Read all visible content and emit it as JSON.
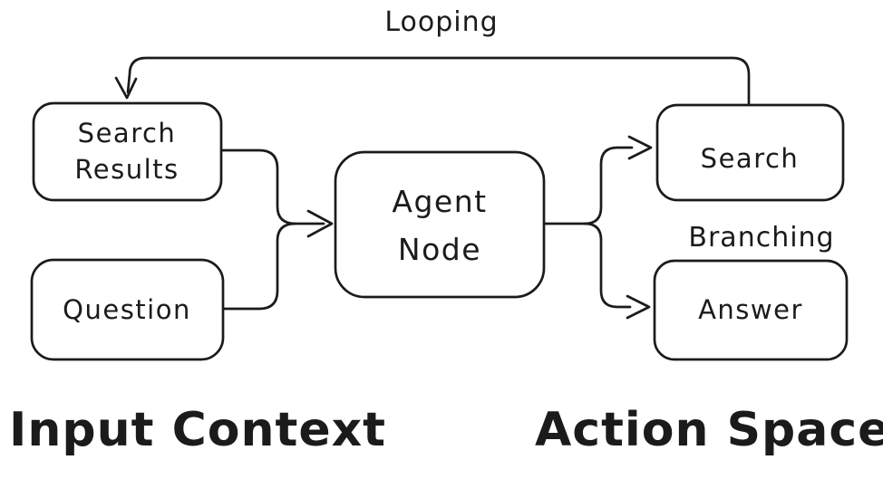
{
  "canvas": {
    "background": "#ffffff",
    "stroke_color": "#1b1b1b",
    "style": "hand-drawn-sketch"
  },
  "nodes": {
    "search_results": {
      "label_line1": "Search",
      "label_line2": "Results"
    },
    "question": {
      "label": "Question"
    },
    "agent_node": {
      "label_line1": "Agent",
      "label_line2": "Node"
    },
    "search": {
      "label": "Search"
    },
    "answer": {
      "label": "Answer"
    }
  },
  "annotations": {
    "looping": "Looping",
    "branching": "Branching"
  },
  "group_titles": {
    "input_context": "Input Context",
    "action_space": "Action Space"
  },
  "edges": [
    {
      "from": "search_results",
      "to": "agent_node",
      "type": "merge-arrow"
    },
    {
      "from": "question",
      "to": "agent_node",
      "type": "merge-arrow"
    },
    {
      "from": "agent_node",
      "to": "search",
      "type": "branch-arrow",
      "label": "Branching"
    },
    {
      "from": "agent_node",
      "to": "answer",
      "type": "branch-arrow",
      "label": "Branching"
    },
    {
      "from": "search",
      "to": "search_results",
      "type": "loop-arrow",
      "label": "Looping"
    }
  ]
}
